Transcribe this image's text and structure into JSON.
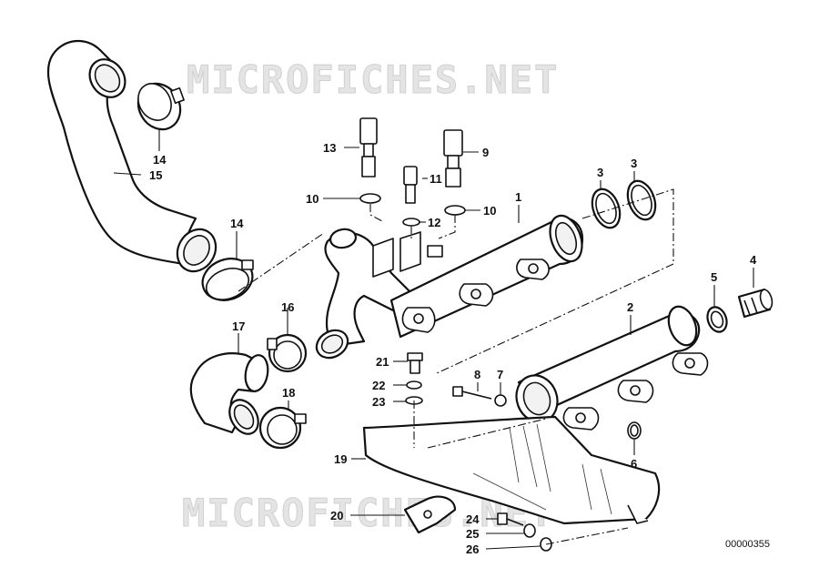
{
  "watermark_text": "MICROFICHES.NET",
  "reference_code": "00000355",
  "callouts": {
    "c1": "1",
    "c2": "2",
    "c3a": "3",
    "c3b": "3",
    "c4": "4",
    "c5": "5",
    "c6": "6",
    "c7": "7",
    "c8": "8",
    "c9": "9",
    "c10a": "10",
    "c10b": "10",
    "c11": "11",
    "c12": "12",
    "c13": "13",
    "c14a": "14",
    "c14b": "14",
    "c15": "15",
    "c16": "16",
    "c17": "17",
    "c18": "18",
    "c19": "19",
    "c20": "20",
    "c21": "21",
    "c22": "22",
    "c23": "23",
    "c24": "24",
    "c25": "25",
    "c26": "26"
  }
}
